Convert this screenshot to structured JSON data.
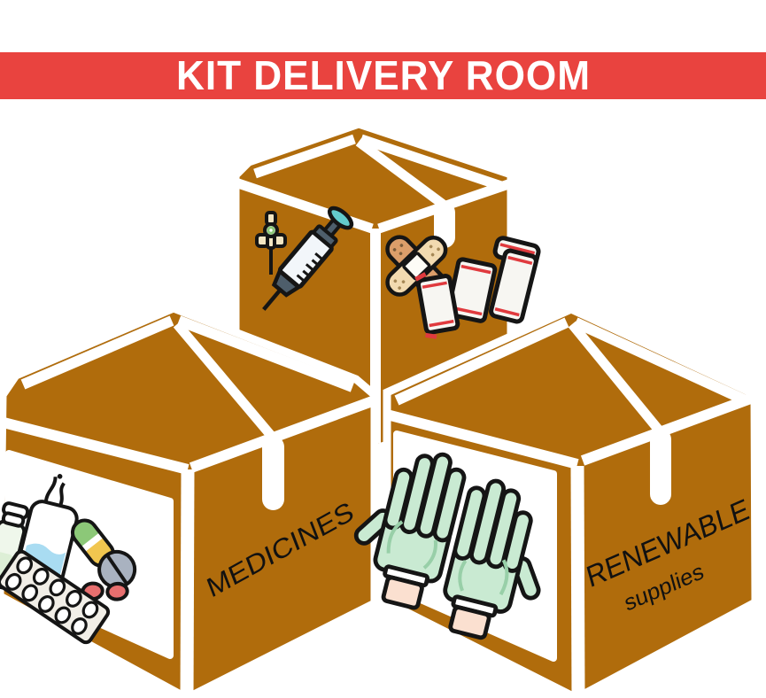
{
  "banner": {
    "title": "KIT DELIVERY ROOM",
    "bg": "#E9433F",
    "text_color": "#FFFFFF"
  },
  "illustration": {
    "box_color": "#B06C0C",
    "seam_color": "#FFFFFF",
    "outline_color": "#151515",
    "text_color": "#111111",
    "boxes": {
      "back": {
        "name": "injection and dressing supplies box",
        "icons": [
          "catheter-icon",
          "syringe-icon",
          "adhesive-plasters-icon",
          "elastic-bandage-icon"
        ]
      },
      "medicines": {
        "label": "MEDICINES",
        "icons": [
          "medicine-vial-icon",
          "medicine-bottle-icon",
          "capsule-icon",
          "tablet-icon",
          "pills-icon",
          "blister-pack-icon"
        ]
      },
      "renewable": {
        "label_line1": "RENEWABLE",
        "label_line2": "supplies",
        "icons": [
          "gloves-icon"
        ]
      }
    },
    "palette": {
      "label_bg": "#FFFFFF",
      "glove_green": "#C9EAD2",
      "glove_shade": "#98CFA8",
      "cuff_peach": "#FBE0D0",
      "capsule_green": "#8CC878",
      "capsule_yellow": "#F1C64F",
      "tablet_gray": "#A9B2C0",
      "pill_red": "#E76F6F",
      "liquid_blue": "#A9DCF2",
      "liquid_green": "#DDEFD6",
      "blister_bg": "#F1EEE7",
      "plaster_dark_tan": "#DC9E6A",
      "plaster_light_tan": "#F2DAB0",
      "bandage_white": "#F7F6F2",
      "bandage_red": "#E03A3E",
      "syringe_body": "#F2F6FA",
      "syringe_slate": "#4E5E6B",
      "syringe_teal": "#63CBCC",
      "wing_cream": "#F3E6C3",
      "ring_green": "#8CC878"
    }
  }
}
